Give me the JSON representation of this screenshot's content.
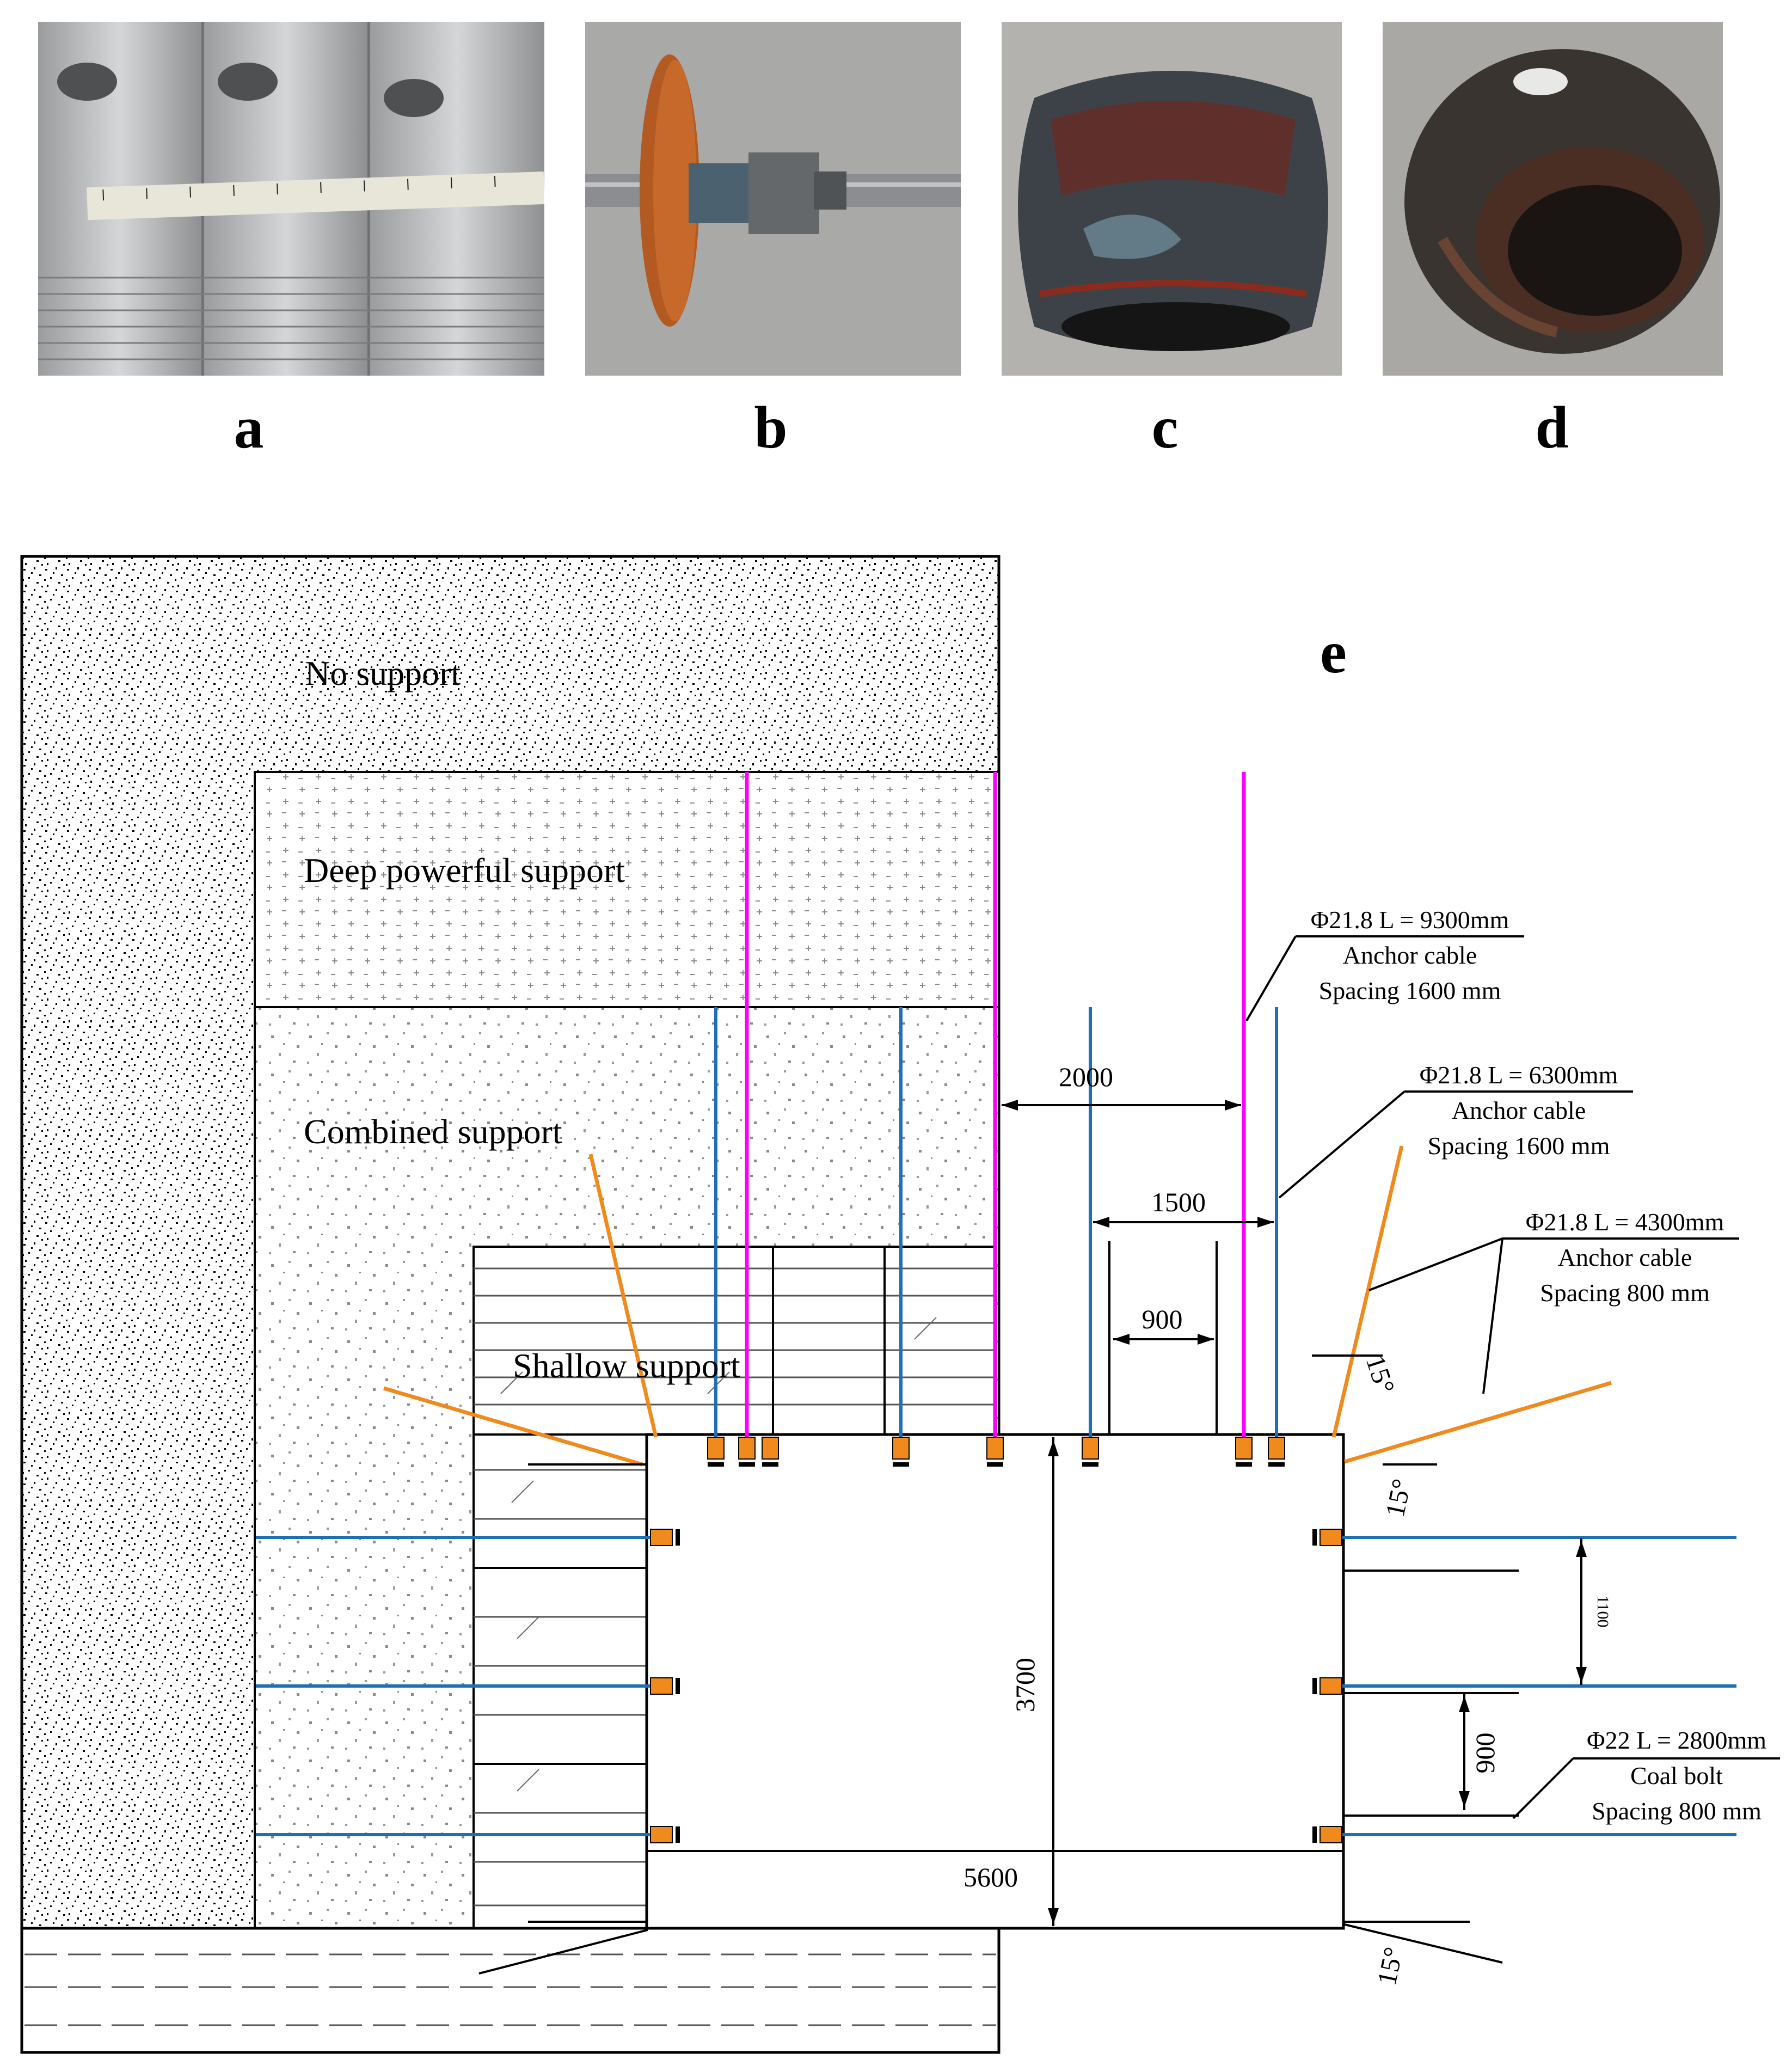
{
  "panels": {
    "a": {
      "label": "a"
    },
    "b": {
      "label": "b"
    },
    "c": {
      "label": "c"
    },
    "d": {
      "label": "d"
    },
    "e": {
      "label": "e"
    }
  },
  "zones": {
    "no_support": "No support",
    "deep": "Deep powerful support",
    "combined": "Combined support",
    "shallow": "Shallow support"
  },
  "cables": {
    "long": {
      "line1": "Φ21.8  L = 9300mm",
      "line2": "Anchor cable",
      "line3": "Spacing 1600 mm"
    },
    "mid": {
      "line1": "Φ21.8  L = 6300mm",
      "line2": "Anchor cable",
      "line3": "Spacing 1600 mm"
    },
    "short": {
      "line1": "Φ21.8  L = 4300mm",
      "line2": "Anchor cable",
      "line3": "Spacing 800 mm"
    },
    "bolt": {
      "line1": "Φ22  L = 2800mm",
      "line2": "Coal bolt",
      "line3": "Spacing 800 mm"
    }
  },
  "dimensions": {
    "d2000": "2000",
    "d1500": "1500",
    "d900_top": "900",
    "d3700": "3700",
    "d5600": "5600",
    "d900_side": "900",
    "d1100": "1100",
    "ang15_top": "15°",
    "ang15_right": "15°",
    "ang15_bottom": "15°"
  },
  "colors": {
    "cable_long": "#ff00ff",
    "cable_mid": "#1e6fb8",
    "bolt": "#1e6fb8",
    "inclined": "#f08a1c",
    "plate": "#f08a1c"
  }
}
